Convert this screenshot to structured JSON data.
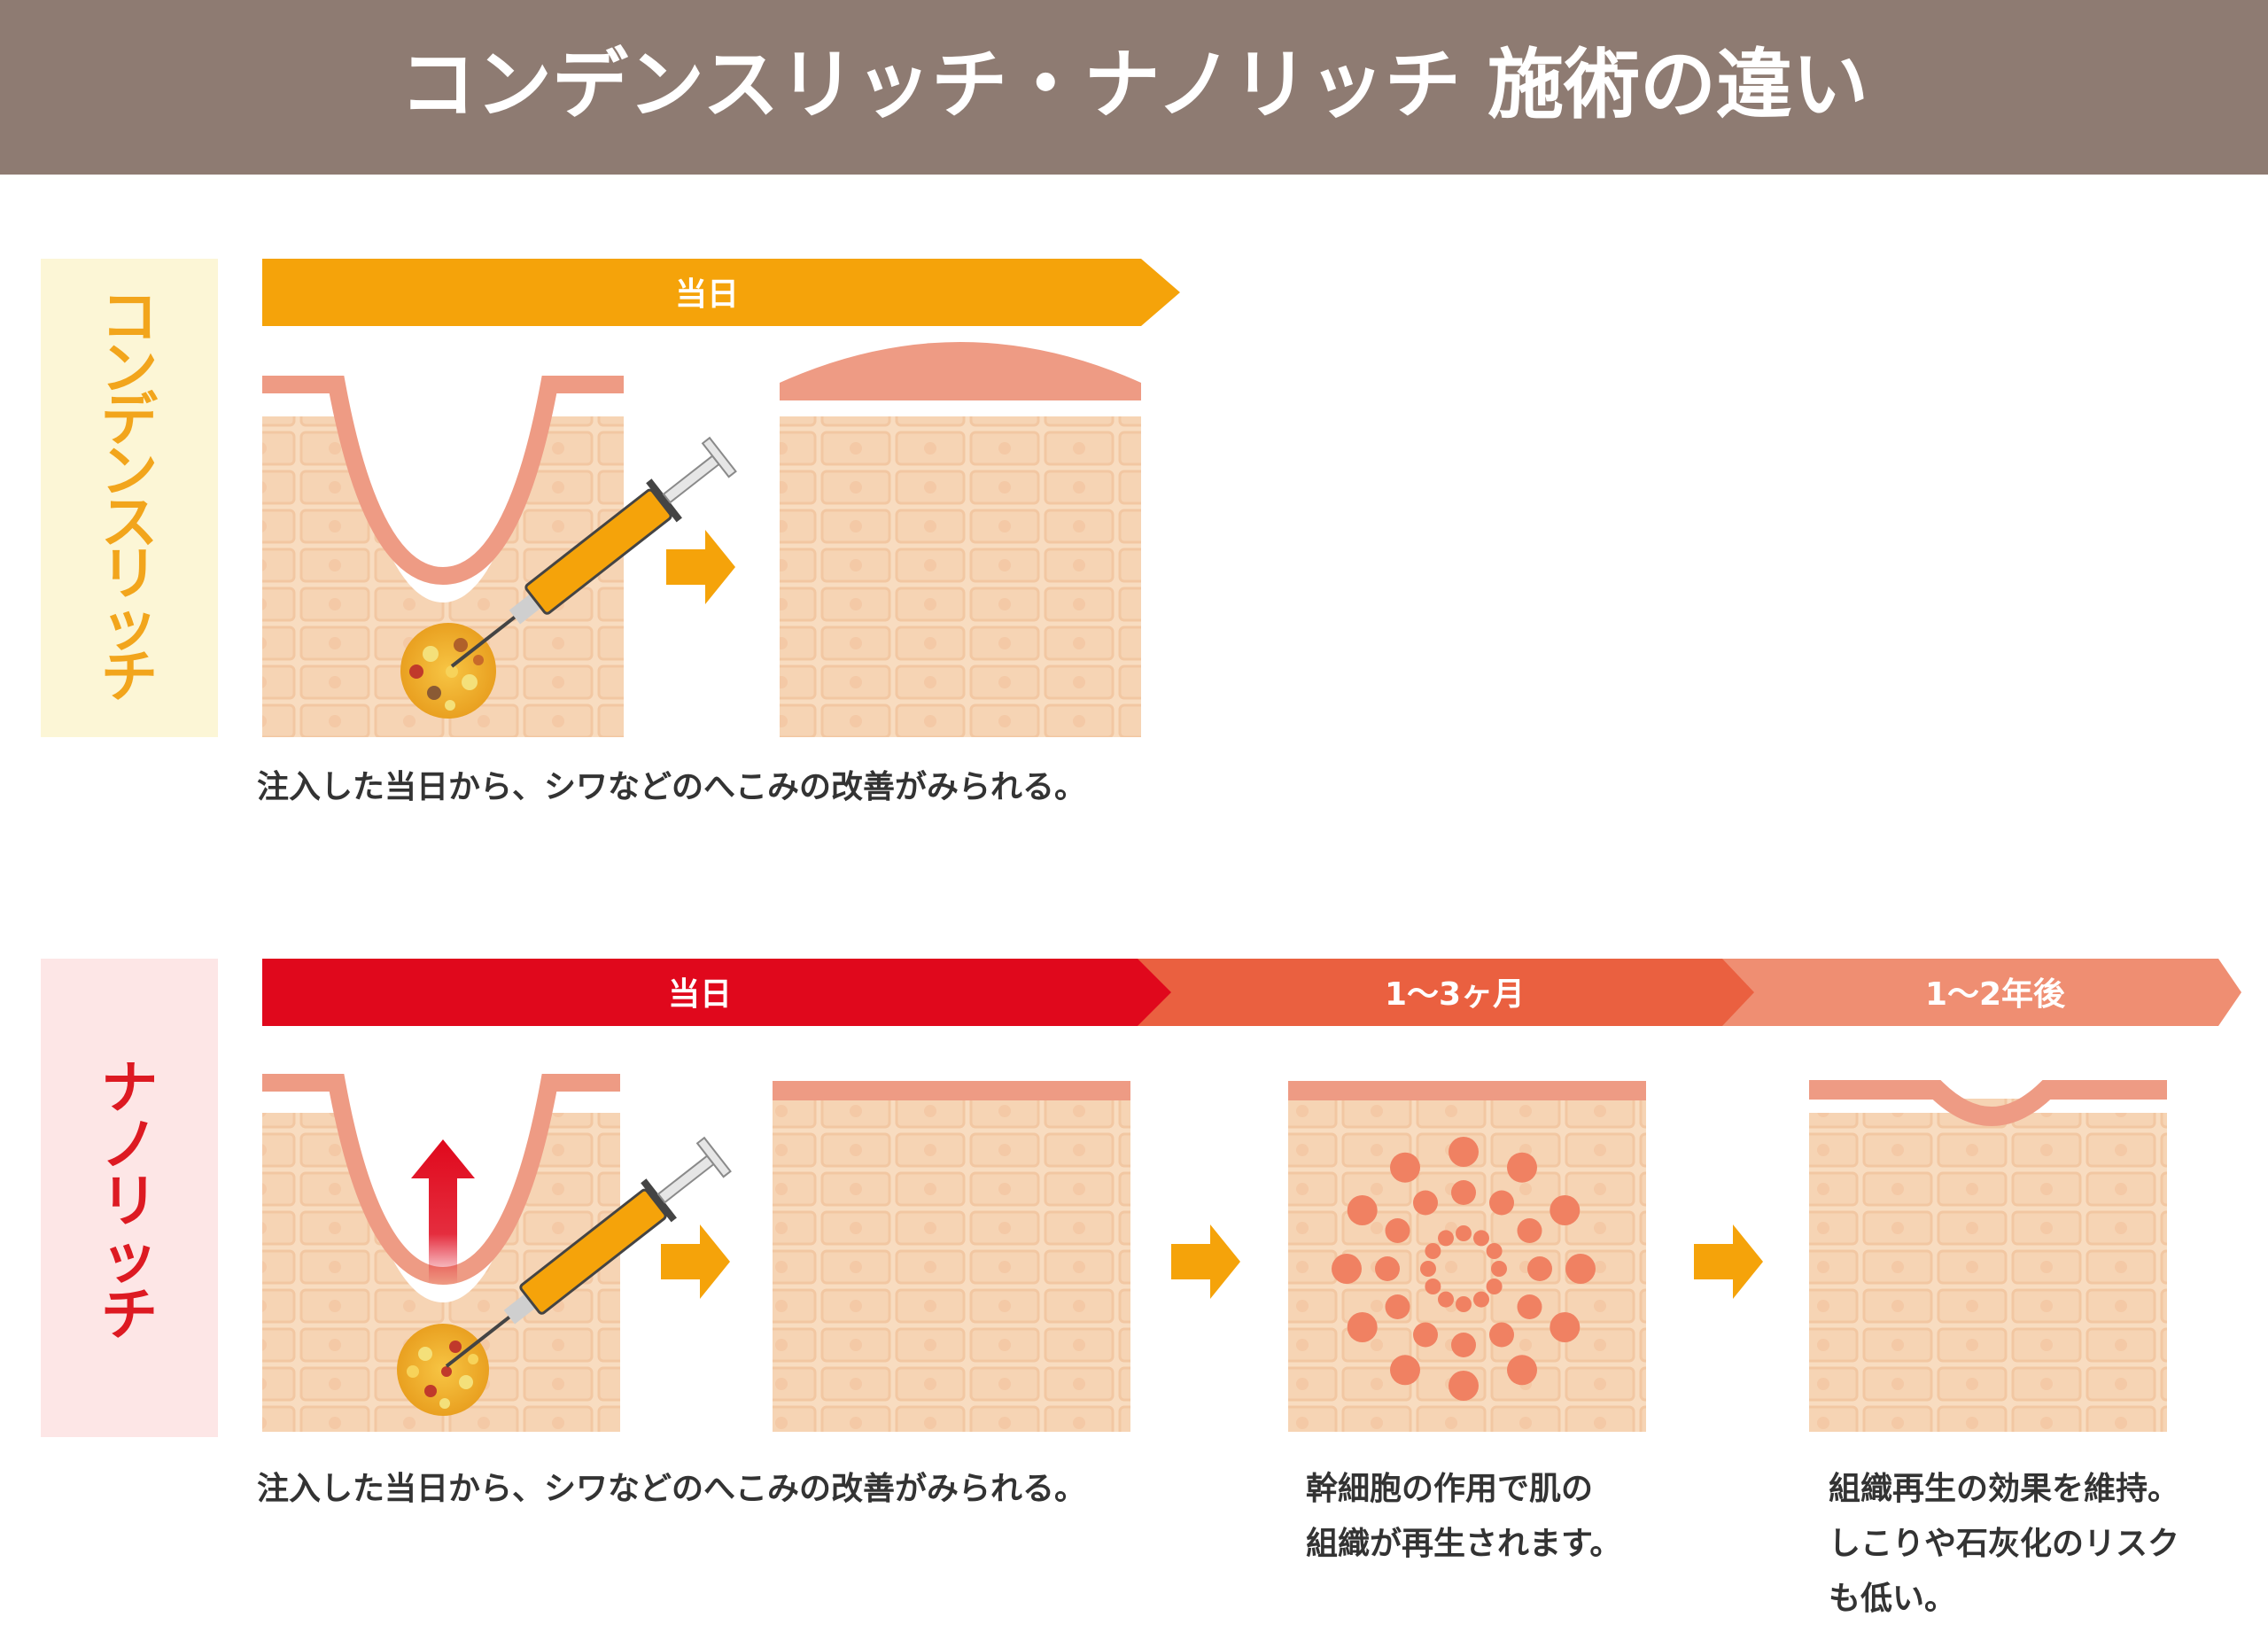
{
  "title": "コンデンスリッチ・ナノリッチ 施術の違い",
  "colors": {
    "header_bg": "#8e7b72",
    "header_text": "#ffffff",
    "condense_label_bg": "#fcf6d6",
    "condense_label_text": "#f2a51c",
    "nano_label_bg": "#fde6e6",
    "nano_label_text": "#dd1a22",
    "arrow_orange": "#f5a30a",
    "arrow_red": "#e0081c",
    "arrow_mid": "#ea6040",
    "arrow_light": "#ef8e72",
    "skin_line": "#ee9b84",
    "tissue": "#f8dcc0",
    "cell_line": "#f2c7a2",
    "regen_dot": "#f08162",
    "text": "#333333"
  },
  "condense": {
    "label": "コンデンスリッチ",
    "timeline": [
      "当日"
    ],
    "caption": "注入した当日から、シワなどのへこみの改善がみられる。"
  },
  "nano": {
    "label": "ナノリッチ",
    "timeline": [
      "当日",
      "1～3ヶ月",
      "1～2年後"
    ],
    "captions": [
      "注入した当日から、シワなどのへこみの改善がみられる。",
      [
        "幹細胞の作用で肌の",
        "組織が再生されます。"
      ],
      [
        "組織再生の効果を維持。",
        "しこりや石灰化のリスク",
        "も低い。"
      ]
    ]
  }
}
